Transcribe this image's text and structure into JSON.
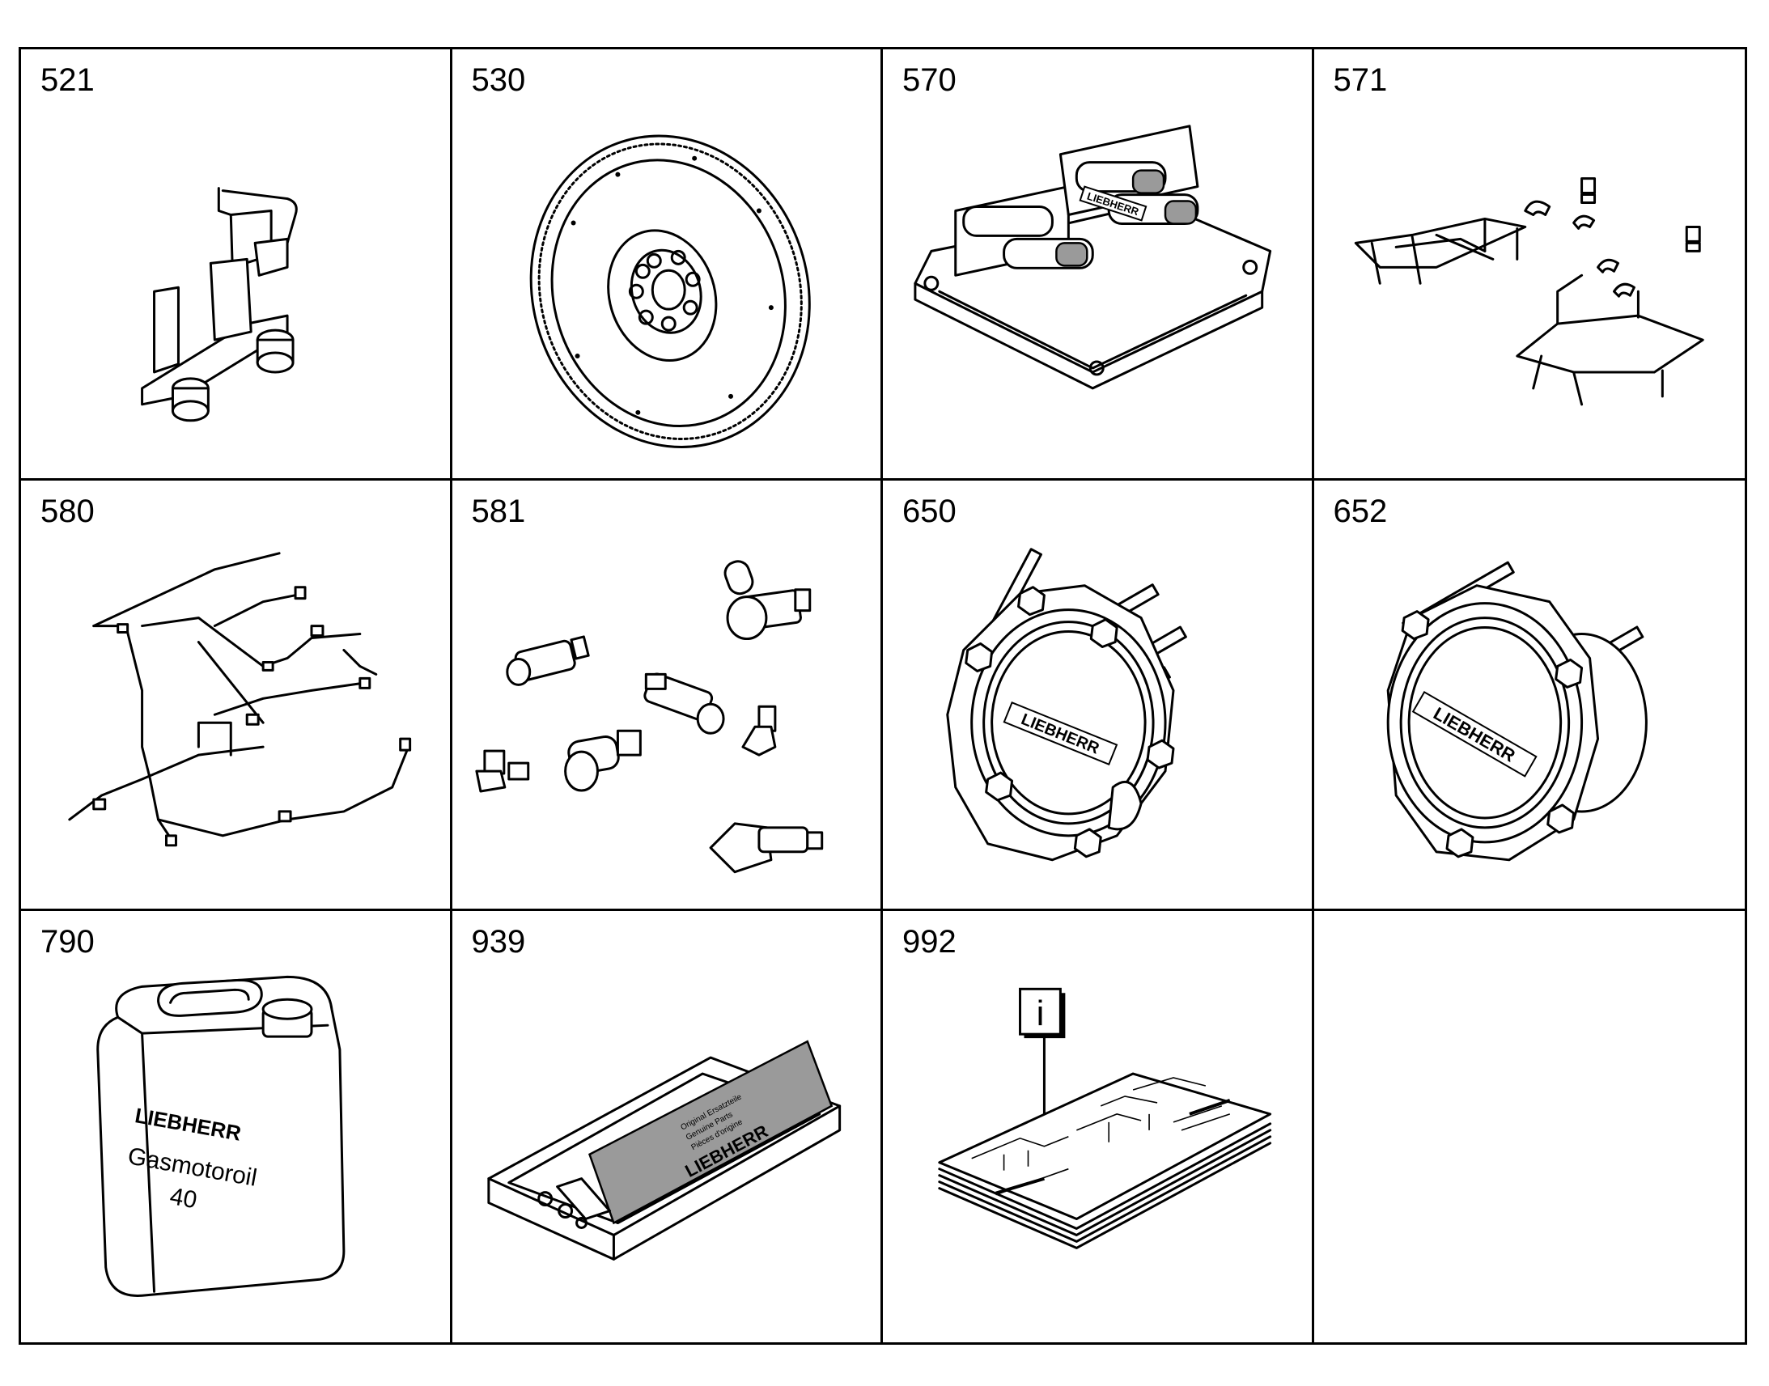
{
  "cells": [
    {
      "number": "521",
      "part": "bracket-tool"
    },
    {
      "number": "530",
      "part": "flywheel"
    },
    {
      "number": "570",
      "part": "control-unit"
    },
    {
      "number": "571",
      "part": "mounting-frames"
    },
    {
      "number": "580",
      "part": "wiring-harness"
    },
    {
      "number": "581",
      "part": "sensors"
    },
    {
      "number": "650",
      "part": "hub-flange"
    },
    {
      "number": "652",
      "part": "hub-flange-large"
    },
    {
      "number": "790",
      "part": "oil-canister"
    },
    {
      "number": "939",
      "part": "kit-box"
    },
    {
      "number": "992",
      "part": "documentation"
    },
    {
      "number": "",
      "part": "empty"
    }
  ],
  "brand": "LIEBHERR",
  "canister_text": {
    "line1": "Gasmotoroil",
    "line2": "40"
  },
  "box_text": {
    "line1": "Original Ersatzteile",
    "line2": "Genuine Parts",
    "line3": "Pièces d'origine"
  },
  "doc_icon_letter": "i"
}
